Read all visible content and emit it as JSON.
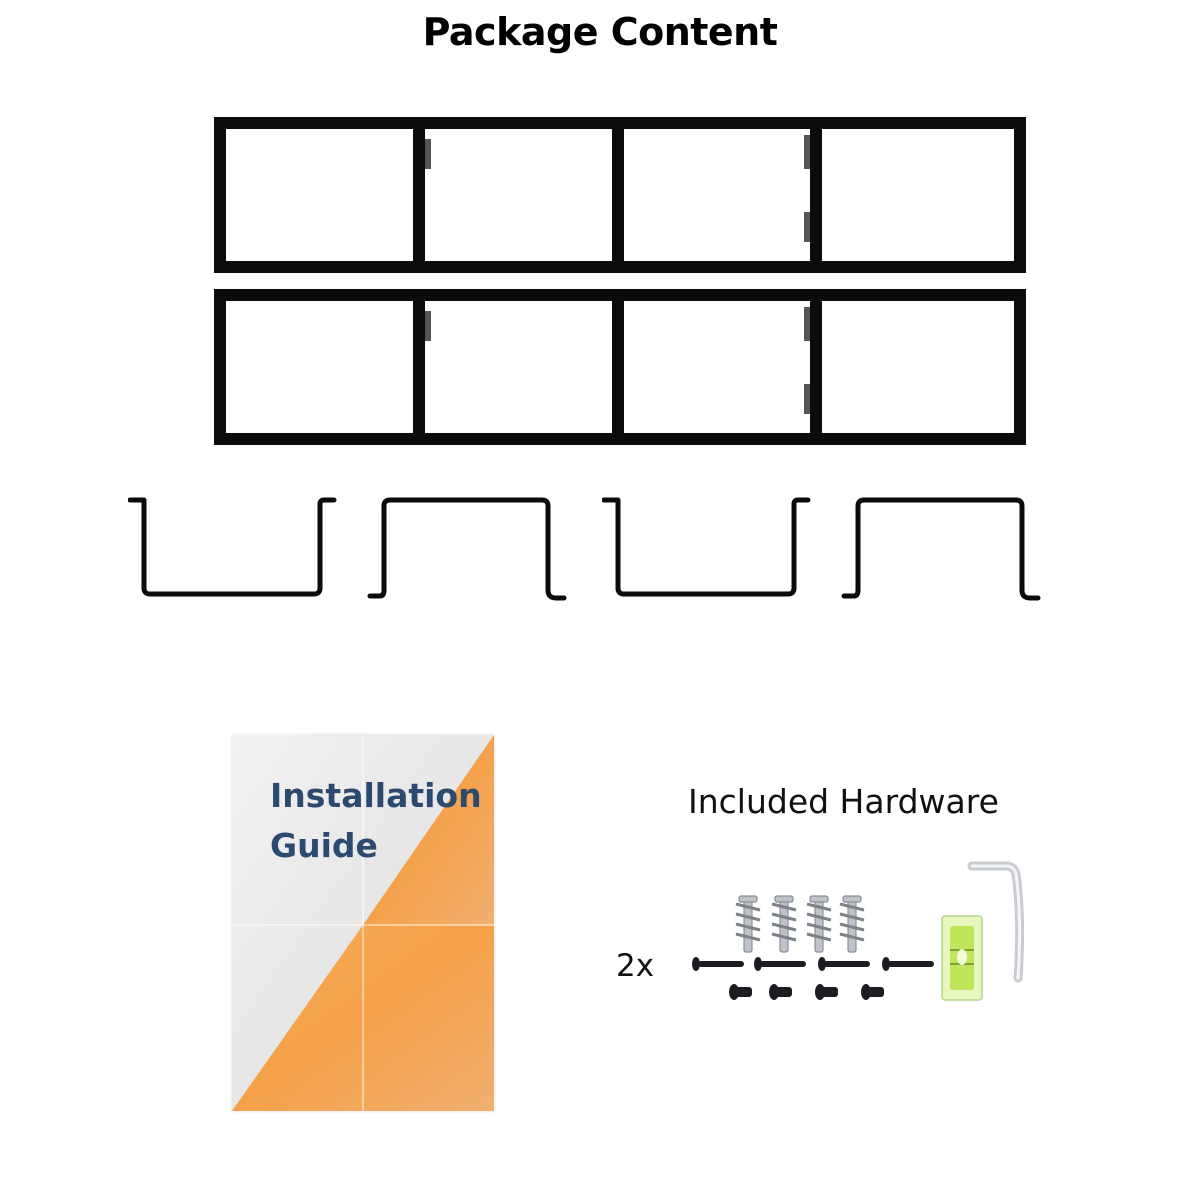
{
  "title": "Package Content",
  "guide": {
    "line1": "Installation",
    "line2": "Guide"
  },
  "hardware": {
    "title": "Included Hardware",
    "quantity": "2x"
  },
  "colors": {
    "frame": "#0b0b0b",
    "guide_orange": "#f5a34a",
    "guide_paper": "#e9e9e9",
    "guide_text": "#2c4a6e",
    "level_green": "#b7e04a"
  },
  "icons": [
    "shelf-frame",
    "shelf-bracket",
    "installation-guide-poster",
    "wall-anchor",
    "screw",
    "bolt",
    "bubble-level",
    "allen-key"
  ]
}
